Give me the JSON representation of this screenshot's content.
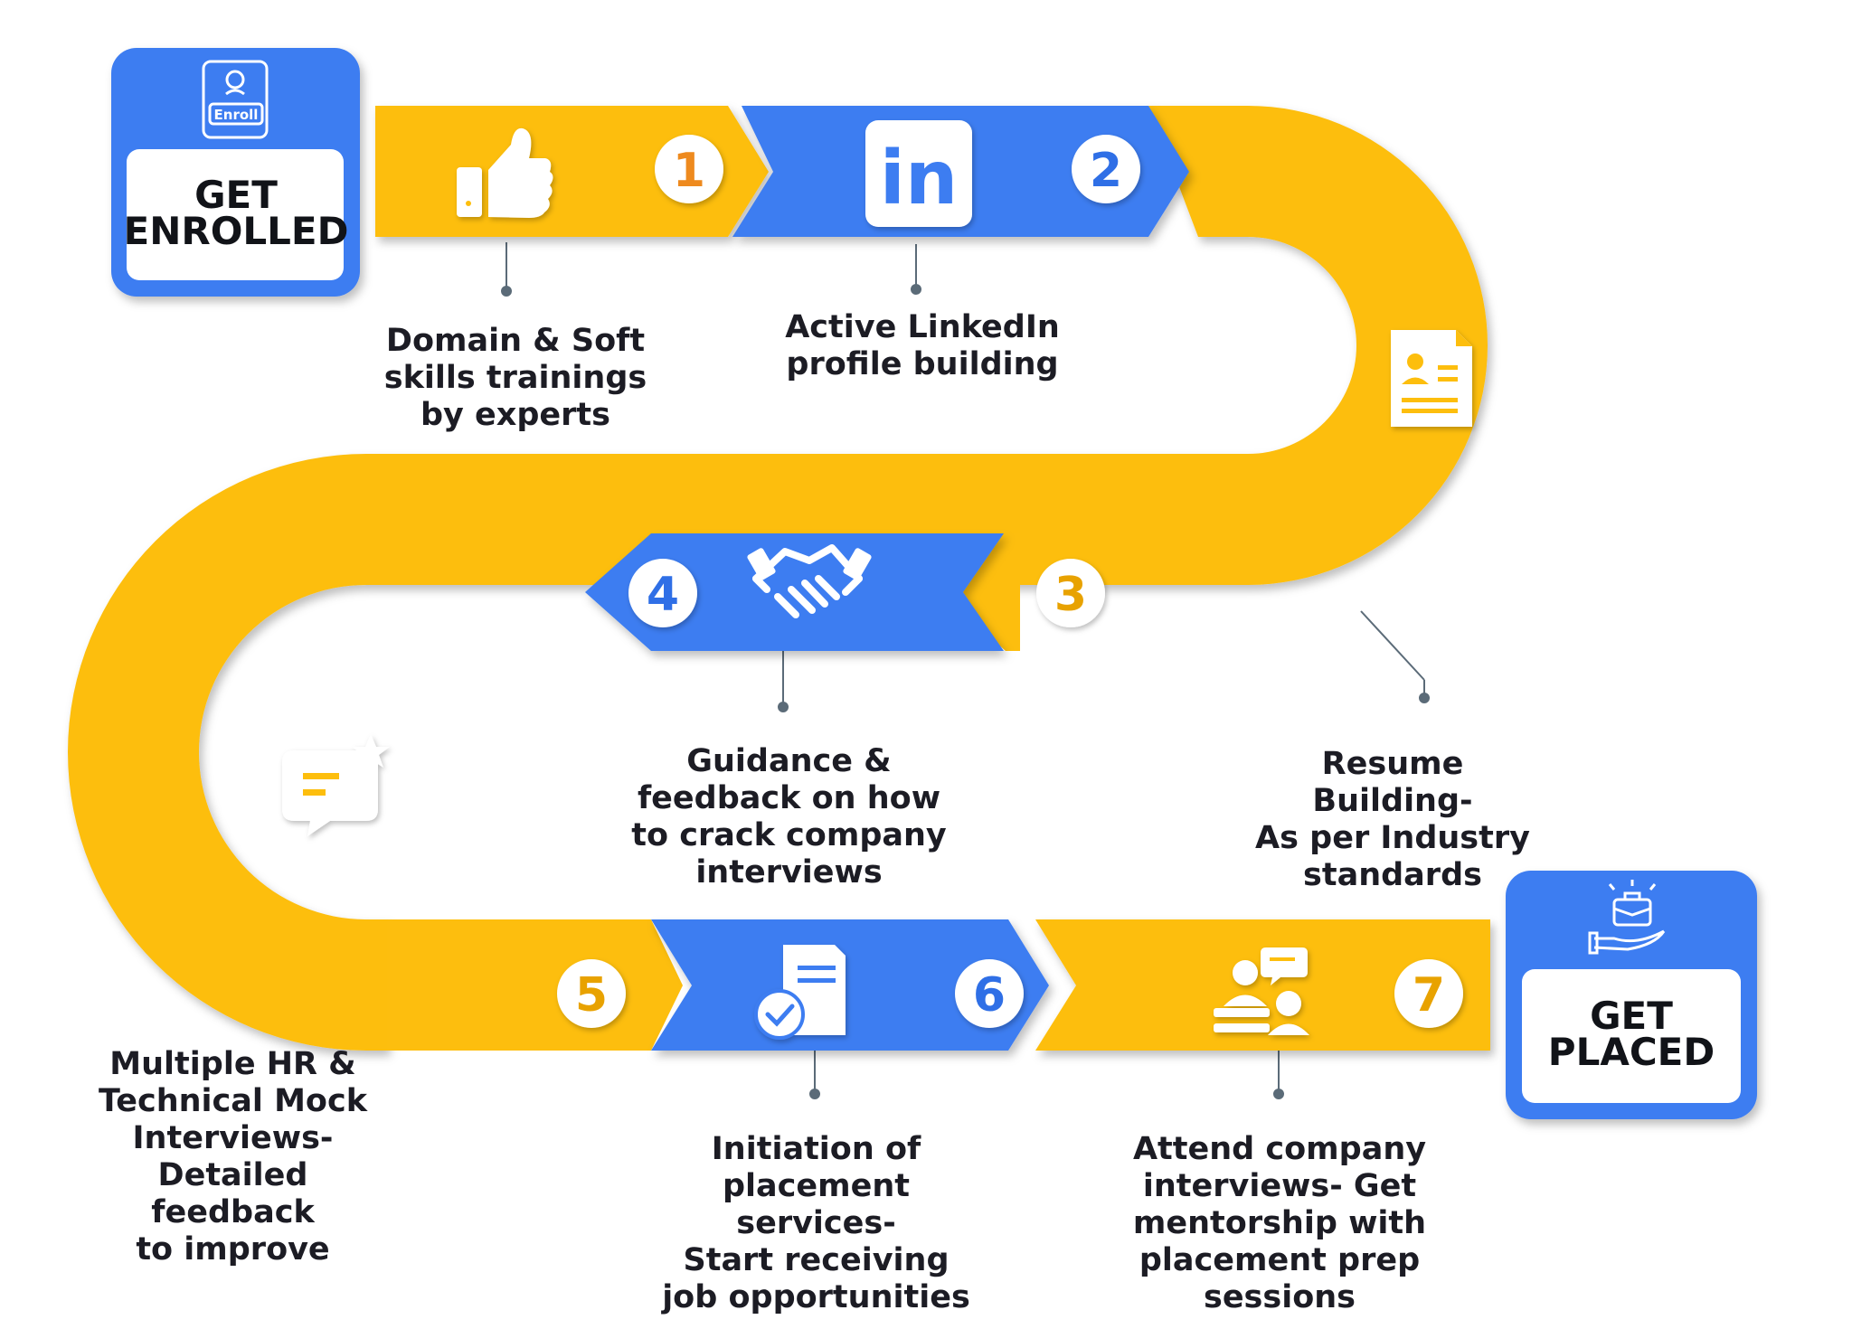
{
  "colors": {
    "yellow": "#FDBE0E",
    "blue": "#3D7DF1",
    "circle_text_blue": "#2F6FE6",
    "circle_text_orange": "#EE8A1E",
    "text": "#1c1c24",
    "connector": "#5b6b78"
  },
  "start": {
    "line1": "GET",
    "line2": "ENROLLED",
    "icon": "enroll-badge-icon",
    "icon_text": "Enroll"
  },
  "end": {
    "line1": "GET",
    "line2": "PLACED",
    "icon": "briefcase-in-hand-icon"
  },
  "steps": [
    {
      "number": "1",
      "icon": "thumbs-up-icon",
      "caption": "Domain & Soft\nskills trainings\nby experts"
    },
    {
      "number": "2",
      "icon": "linkedin-icon",
      "icon_text": "in",
      "caption": "Active LinkedIn\nprofile building"
    },
    {
      "number": "3",
      "icon": "resume-icon",
      "caption": "Resume Building-\nAs per Industry\nstandards"
    },
    {
      "number": "4",
      "icon": "handshake-icon",
      "caption": "Guidance &\nfeedback on how\nto crack company\ninterviews"
    },
    {
      "number": "5",
      "icon": "chat-star-icon",
      "caption": "Multiple HR &\nTechnical Mock\nInterviews-\nDetailed feedback\nto improve"
    },
    {
      "number": "6",
      "icon": "certified-document-icon",
      "caption": "Initiation of\nplacement services-\nStart receiving\njob opportunities"
    },
    {
      "number": "7",
      "icon": "interview-people-icon",
      "caption": "Attend company\ninterviews- Get\nmentorship with\nplacement prep sessions"
    }
  ]
}
